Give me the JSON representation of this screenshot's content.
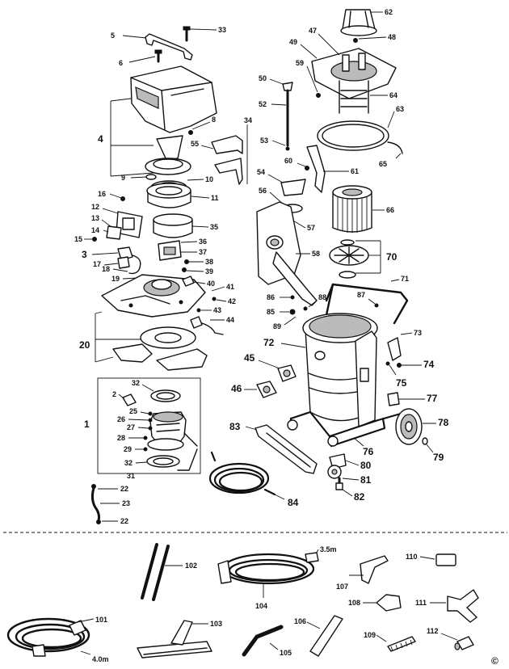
{
  "labels": {
    "l1": "1",
    "l2": "2",
    "l3": "3",
    "l4": "4",
    "l5": "5",
    "l6": "6",
    "l8": "8",
    "l9": "9",
    "l10": "10",
    "l11": "11",
    "l12": "12",
    "l13": "13",
    "l14": "14",
    "l15": "15",
    "l16": "16",
    "l17": "17",
    "l18": "18",
    "l19": "19",
    "l20": "20",
    "l22a": "22",
    "l22b": "22",
    "l23": "23",
    "l25": "25",
    "l26": "26",
    "l27": "27",
    "l28": "28",
    "l29": "29",
    "l31": "31",
    "l32a": "32",
    "l32b": "32",
    "l33": "33",
    "l34": "34",
    "l35": "35",
    "l36": "36",
    "l37": "37",
    "l38": "38",
    "l39": "39",
    "l40": "40",
    "l41": "41",
    "l42": "42",
    "l43": "43",
    "l44": "44",
    "l45": "45",
    "l46": "46",
    "l47": "47",
    "l48": "48",
    "l49": "49",
    "l50": "50",
    "l52": "52",
    "l53": "53",
    "l54": "54",
    "l55": "55",
    "l56": "56",
    "l57": "57",
    "l58": "58",
    "l59": "59",
    "l60": "60",
    "l61": "61",
    "l62": "62",
    "l63": "63",
    "l64": "64",
    "l65": "65",
    "l66": "66",
    "l70": "70",
    "l71": "71",
    "l72": "72",
    "l73": "73",
    "l74": "74",
    "l75": "75",
    "l76": "76",
    "l77": "77",
    "l78": "78",
    "l79": "79",
    "l80": "80",
    "l81": "81",
    "l82": "82",
    "l83": "83",
    "l84": "84",
    "l85": "85",
    "l86": "86",
    "l87": "87",
    "l88": "88",
    "l89": "89",
    "l101": "101",
    "l102": "102",
    "l103": "103",
    "l104": "104",
    "l105": "105",
    "l106": "106",
    "l107": "107",
    "l108": "108",
    "l109": "109",
    "l110": "110",
    "l111": "111",
    "l112": "112"
  },
  "hose_lengths": {
    "short": "3.5m",
    "long": "4.0m"
  },
  "copyright": "©"
}
